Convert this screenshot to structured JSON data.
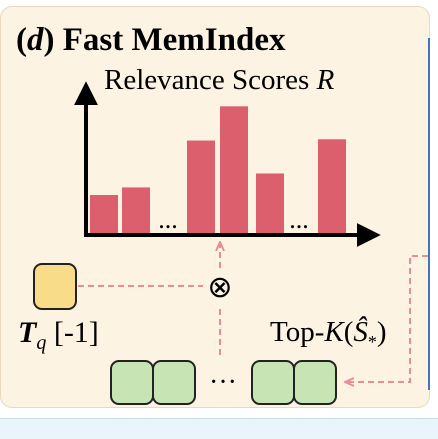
{
  "header": {
    "label_letter": "d",
    "title": "Fast MemIndex"
  },
  "chart": {
    "title_prefix": "Relevance Scores",
    "title_symbol": "R",
    "ellipsis": "...",
    "bar_color": "#dc5f6e"
  },
  "query": {
    "symbol": "T",
    "subscript": "q",
    "index": "[-1]",
    "color": "#f8dc8a"
  },
  "operator": {
    "symbol": "⊗"
  },
  "topk": {
    "prefix": "Top-",
    "k": "K",
    "open": "(",
    "s_hat": "Ŝ",
    "subscript": "*",
    "close": ")"
  },
  "memory": {
    "ellipsis": "···",
    "color": "#c7e4b5"
  },
  "colors": {
    "panel_bg": "#fdf3e2",
    "dashed_pink": "#e88c9c"
  },
  "chart_data": {
    "type": "bar",
    "values": [
      3,
      3.6,
      7.3,
      10,
      4.7,
      7.4
    ],
    "ylim": [
      0,
      10.5
    ],
    "title": "Relevance Scores R"
  }
}
